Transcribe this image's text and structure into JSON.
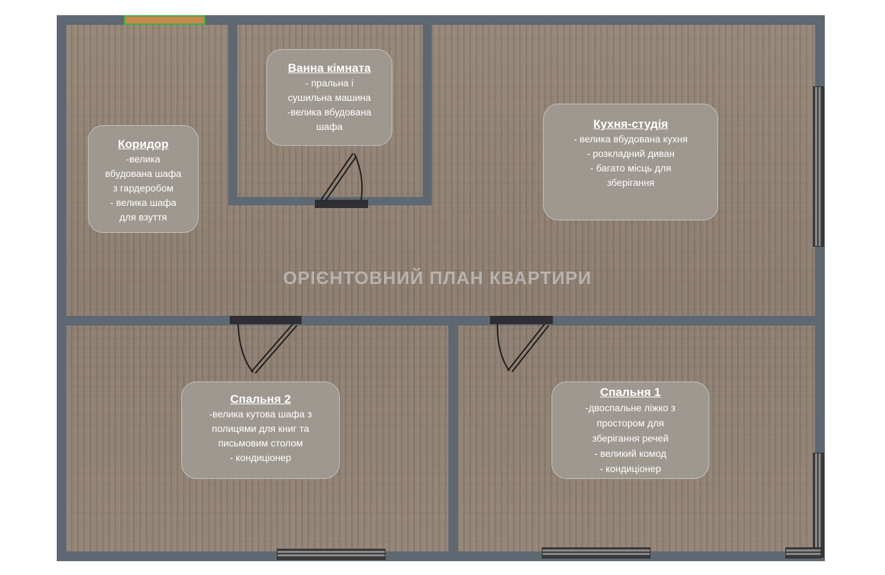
{
  "plan_title": "ОРІЄНТОВНИЙ ПЛАН КВАРТИРИ",
  "rooms": {
    "corridor": {
      "title": "Коридор",
      "lines": [
        "-велика",
        "вбудована шафа",
        "з гардеробом",
        "- велика шафа",
        "для взуття"
      ]
    },
    "bathroom": {
      "title": "Ванна кімната",
      "lines": [
        "- пральна і",
        "сушильна машина",
        "-велика вбудована",
        "шафа"
      ]
    },
    "kitchen": {
      "title": "Кухня-студія",
      "lines": [
        "- велика вбудована кухня",
        "- розкладний диван",
        "- багато місць для",
        "зберігання"
      ]
    },
    "bedroom2": {
      "title": "Спальня 2",
      "lines": [
        "-велика кутова шафа з",
        "полицями для книг та",
        "письмовим столом",
        "-    кондиціонер"
      ]
    },
    "bedroom1": {
      "title": "Спальня 1",
      "lines": [
        "-двоспальне ліжко з",
        "простором  для",
        "зберігання речей",
        "-    великий комод",
        "-    кондиціонер"
      ]
    }
  },
  "colors": {
    "floor": "#8e7f71",
    "wall": "#5e6873",
    "label_bg": "#9e9993",
    "label_text": "#ffffff",
    "title_text": "#b7b3ae"
  }
}
